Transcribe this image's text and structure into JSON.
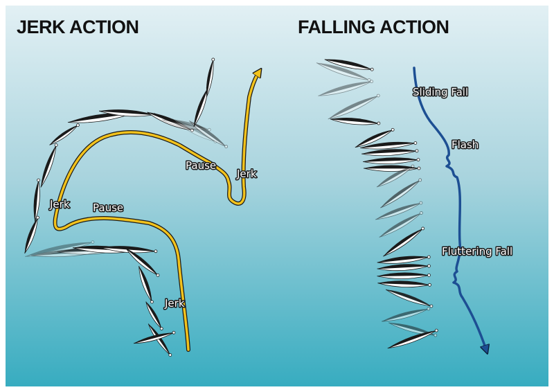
{
  "jerk_section": {
    "title": "JERK ACTION",
    "labels": {
      "jerk_left": "Jerk",
      "pause_low": "Pause",
      "pause_high": "Pause",
      "jerk_right": "Jerk",
      "jerk_bottom": "Jerk"
    }
  },
  "falling_section": {
    "title": "FALLING ACTION",
    "labels": {
      "sliding_fall": "Sliding Fall",
      "flash": "Flash",
      "fluttering_fall": "Fluttering Fall"
    }
  },
  "colors": {
    "water_top": "#e2f0f4",
    "water_mid": "#a9d4de",
    "water_bottom": "#37acc0",
    "jerk_path": "#f2c21c",
    "fall_path": "#1d4f93",
    "lure_dark": "#1a1a1a",
    "lure_light": "#ffffff"
  }
}
